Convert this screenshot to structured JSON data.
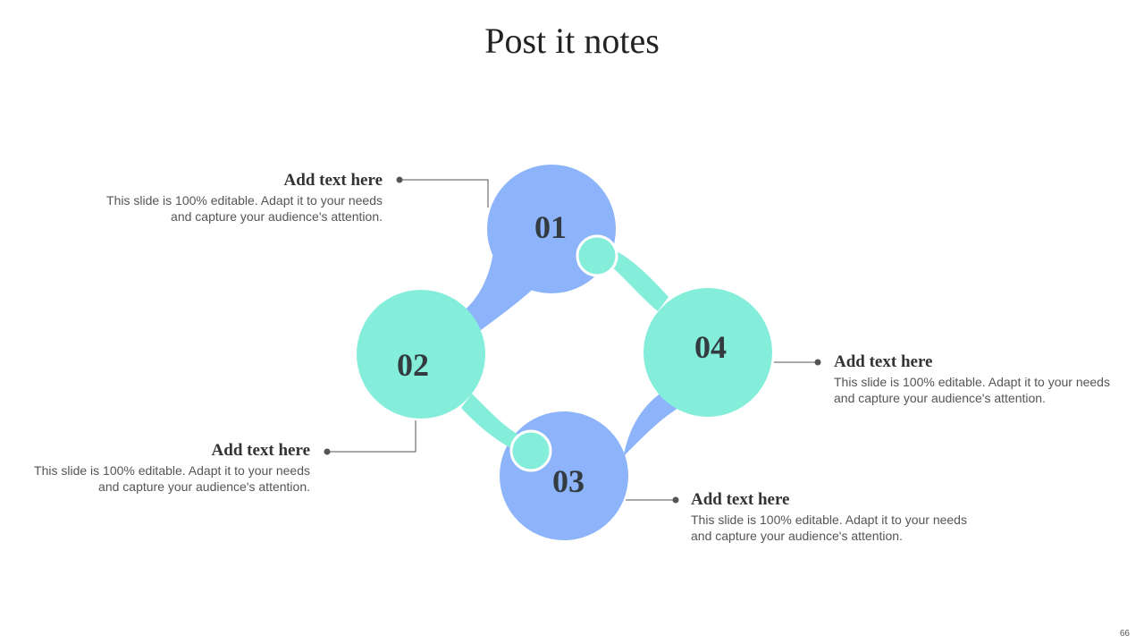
{
  "title": "Post it notes",
  "colors": {
    "blue": "#8db4fa",
    "teal": "#84eedb",
    "text_dark": "#333b40",
    "connector": "#555555"
  },
  "steps": [
    {
      "number": "01",
      "color": "blue"
    },
    {
      "number": "02",
      "color": "teal"
    },
    {
      "number": "03",
      "color": "blue"
    },
    {
      "number": "04",
      "color": "teal"
    }
  ],
  "notes": [
    {
      "step": "01",
      "heading": "Add text here",
      "body_line1": "This slide is 100% editable. Adapt it to your needs",
      "body_line2": "and capture your audience's attention."
    },
    {
      "step": "02",
      "heading": "Add text here",
      "body_line1": "This slide is 100% editable. Adapt it to your needs",
      "body_line2": "and capture your audience's attention."
    },
    {
      "step": "03",
      "heading": "Add text here",
      "body_line1": "This slide is 100% editable. Adapt it to your needs",
      "body_line2": "and capture your audience's attention."
    },
    {
      "step": "04",
      "heading": "Add text here",
      "body_line1": "This slide is 100% editable. Adapt it to your needs",
      "body_line2": "and capture your audience's attention."
    }
  ],
  "page_number": "66"
}
